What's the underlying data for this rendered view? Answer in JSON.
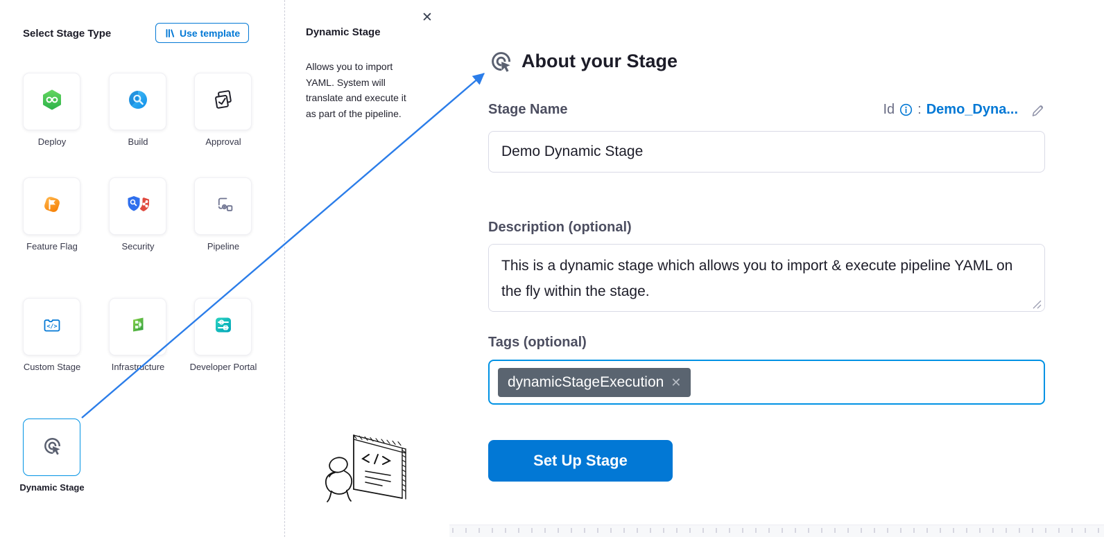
{
  "left_panel": {
    "title": "Select Stage Type",
    "use_template": {
      "label": "Use template",
      "icon": "template-library-icon"
    },
    "stages": [
      {
        "label": "Deploy",
        "icon": "deploy-icon"
      },
      {
        "label": "Build",
        "icon": "build-icon"
      },
      {
        "label": "Approval",
        "icon": "approval-icon"
      },
      {
        "label": "Feature Flag",
        "icon": "feature-flag-icon"
      },
      {
        "label": "Security",
        "icon": "security-icon"
      },
      {
        "label": "Pipeline",
        "icon": "pipeline-icon"
      },
      {
        "label": "Custom Stage",
        "icon": "custom-stage-icon"
      },
      {
        "label": "Infrastructure",
        "icon": "infrastructure-icon"
      },
      {
        "label": "Developer Portal",
        "icon": "developer-portal-icon"
      },
      {
        "label": "Dynamic Stage",
        "icon": "dynamic-stage-icon",
        "selected": true
      }
    ]
  },
  "info_panel": {
    "title": "Dynamic Stage",
    "description": "Allows you to import YAML. System will translate and execute it as part of the pipeline.",
    "close_icon": "✕"
  },
  "form_panel": {
    "header": {
      "title": "About your Stage",
      "icon": "dynamic-stage-icon"
    },
    "stage_name": {
      "label": "Stage Name",
      "value": "Demo Dynamic Stage"
    },
    "id_row": {
      "label": "Id",
      "info_icon": "info-icon",
      "colon": ":",
      "value": "Demo_Dyna...",
      "edit_icon": "pencil-icon"
    },
    "description": {
      "label": "Description (optional)",
      "value": "This is a dynamic stage which allows you to import & execute pipeline YAML on the fly within the stage."
    },
    "tags": {
      "label": "Tags (optional)",
      "chips": [
        {
          "text": "dynamicStageExecution",
          "remove_icon": "✕"
        }
      ]
    },
    "submit": {
      "label": "Set Up Stage"
    }
  },
  "colors": {
    "accent_blue": "#0278d5",
    "selected_border_blue": "#0092e4",
    "arrow_blue": "#2b7de9",
    "tag_chip_bg": "#5a6470",
    "label_gray": "#4c4e60"
  }
}
